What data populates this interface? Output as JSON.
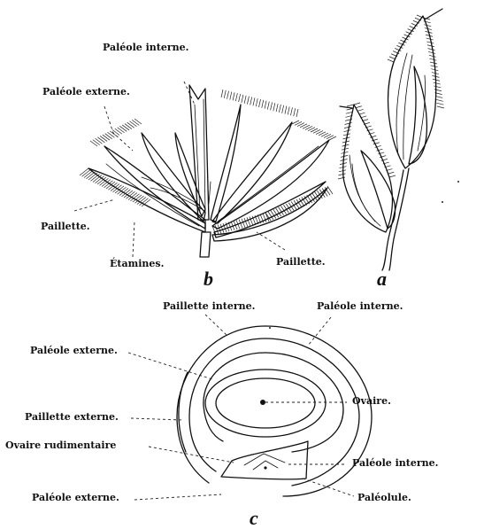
{
  "figure_b": {
    "letter": "b",
    "labels": {
      "paleole_interne": "Paléole interne.",
      "paleole_externe": "Paléole externe.",
      "paillette_left": "Paillette.",
      "etamines": "Étamines.",
      "paillette_right": "Paillette."
    }
  },
  "figure_a": {
    "letter": "a"
  },
  "figure_c": {
    "letter": "c",
    "labels": {
      "paillette_interne": "Paillette interne.",
      "paleole_interne_top": "Paléole interne.",
      "paleole_externe_top": "Paléole externe.",
      "ovaire": "Ovaire.",
      "paillette_externe": "Paillette externe.",
      "ovaire_rudimentaire": "Ovaire rudimentaire",
      "paleole_interne_bottom": "Paléole interne.",
      "paleole_externe_bottom": "Paléole externe.",
      "paleolule": "Paléolule."
    }
  }
}
